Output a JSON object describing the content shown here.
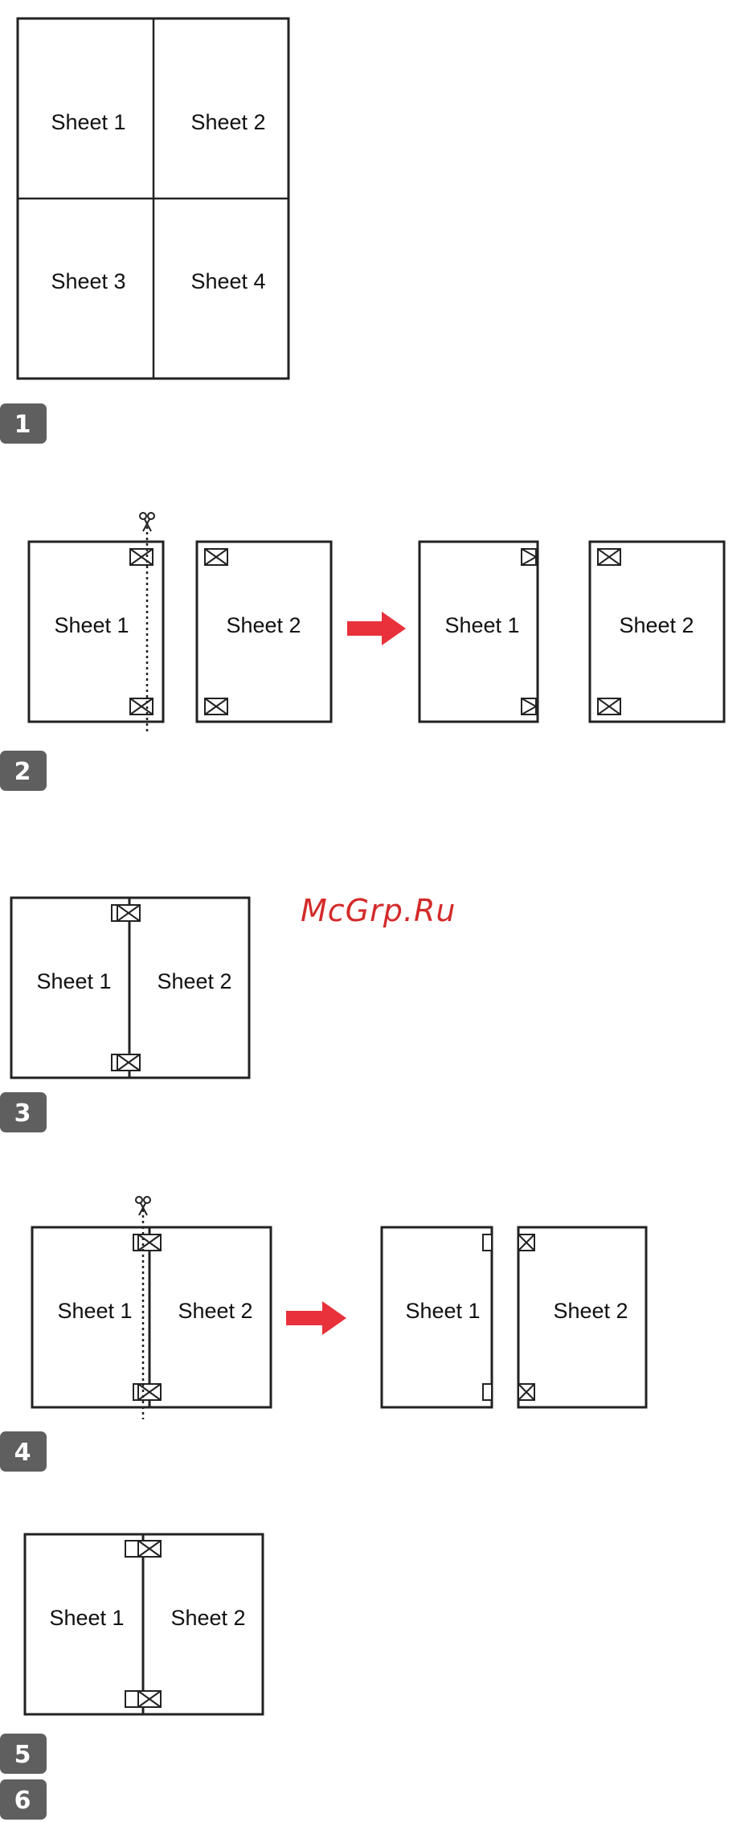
{
  "watermark": "McGrp.Ru",
  "colors": {
    "line": "#222222",
    "badge": "#5f5f5f",
    "arrow": "#e8313a",
    "watermark": "#d42a2a"
  },
  "icons": {
    "scissors": "scissors-icon",
    "arrow": "arrow-right-icon"
  },
  "steps": [
    {
      "number": "1",
      "labels": [
        "Sheet 1",
        "Sheet 2",
        "Sheet 3",
        "Sheet 4"
      ]
    },
    {
      "number": "2",
      "labels": [
        "Sheet 1",
        "Sheet 2",
        "Sheet 1",
        "Sheet 2"
      ]
    },
    {
      "number": "3",
      "labels": [
        "Sheet 1",
        "Sheet 2"
      ]
    },
    {
      "number": "4",
      "labels": [
        "Sheet 1",
        "Sheet 2",
        "Sheet 1",
        "Sheet 2"
      ]
    },
    {
      "number": "5",
      "labels": [
        "Sheet 1",
        "Sheet 2"
      ]
    },
    {
      "number": "6",
      "labels": []
    }
  ]
}
